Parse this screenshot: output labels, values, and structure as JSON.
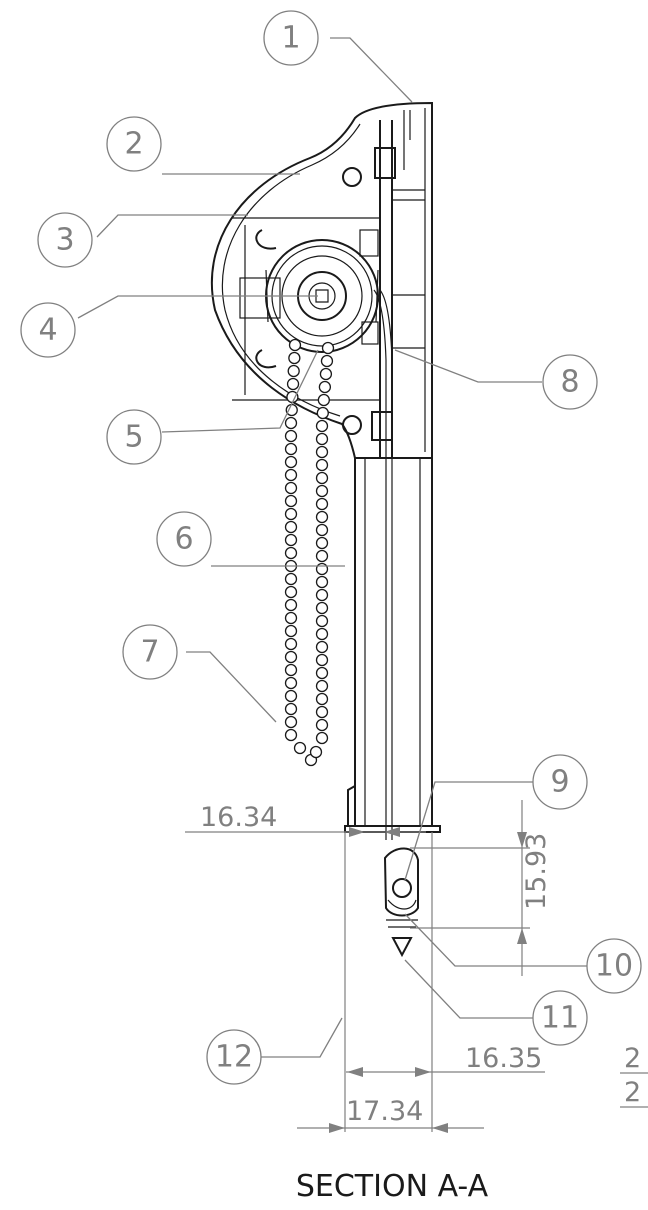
{
  "caption": "SECTION A-A",
  "balloons": [
    "1",
    "2",
    "3",
    "4",
    "5",
    "6",
    "7",
    "8",
    "9",
    "10",
    "11",
    "12"
  ],
  "dimensions": {
    "d1": "16.34",
    "d2": "15.93",
    "d3": "16.35",
    "d4": "17.34",
    "cut1": "2",
    "cut2": "2"
  },
  "colors": {
    "outline": "#1a1a1a",
    "annotation": "#808080"
  }
}
